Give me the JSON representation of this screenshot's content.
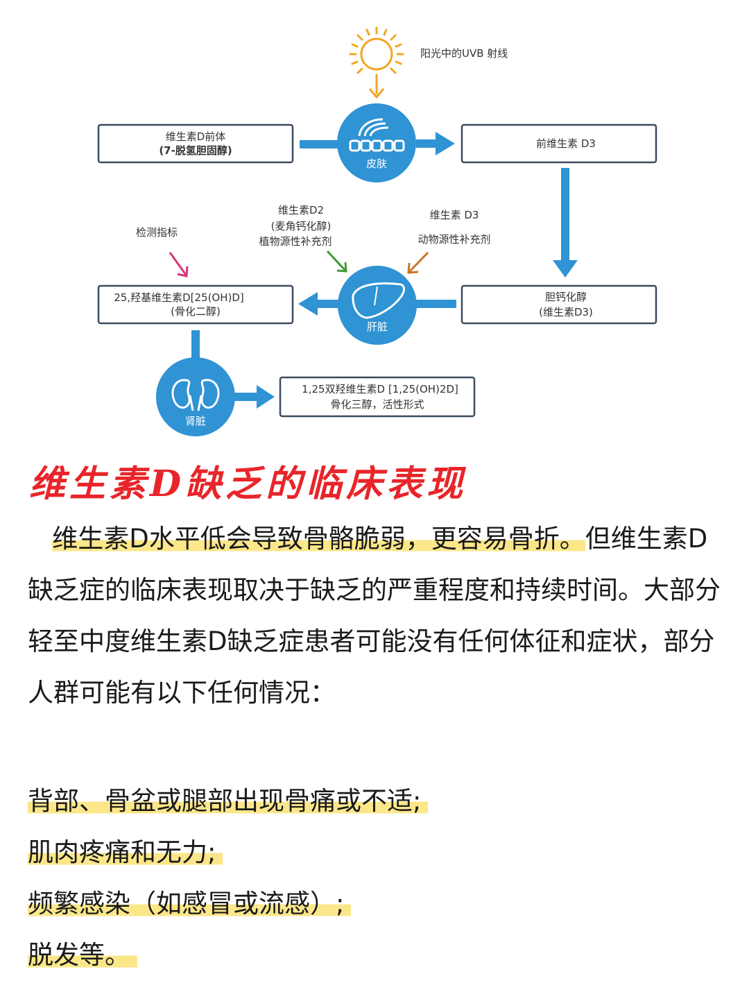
{
  "diagram": {
    "uvb_label": "阳光中的UVB 射线",
    "precursor_line1": "维生素D前体",
    "precursor_line2": "(7-脱氢胆固醇)",
    "skin_label": "皮肤",
    "previtamin_label": "前维生素 D3",
    "d2_line1": "维生素D2",
    "d2_line2": "(麦角钙化醇)",
    "d2_line3": "植物源性补充剂",
    "d3_line1": "维生素 D3",
    "d3_line2": "动物源性补充剂",
    "test_label": "检测指标",
    "calcidiol_line1": "25,羟基维生素D[25(OH)D]",
    "calcidiol_line2": "(骨化二醇)",
    "liver_label": "肝脏",
    "cholecalciferol_line1": "胆钙化醇",
    "cholecalciferol_line2": "(维生素D3)",
    "kidney_label": "肾脏",
    "calcitriol_line1": "1,25双羟维生素D [1,25(OH)2D]",
    "calcitriol_line2": "骨化三醇，活性形式",
    "colors": {
      "blue": "#2f93d4",
      "pink_arrow": "#d6357a",
      "green_arrow": "#3f9a3a",
      "brown_arrow": "#c9772b",
      "sun": "#f2a623"
    }
  },
  "heading": "维生素D缺乏的临床表现",
  "paragraph": {
    "highlight": "维生素D水平低会导致骨骼脆弱，更容易骨折。",
    "rest": "但维生素D缺乏症的临床表现取决于缺乏的严重程度和持续时间。大部分轻至中度维生素D缺乏症患者可能没有任何体征和症状，部分人群可能有以下任何情况："
  },
  "symptoms": [
    "背部、骨盆或腿部出现骨痛或不适;",
    "肌肉疼痛和无力;",
    "频繁感染（如感冒或流感）;",
    "脱发等。"
  ],
  "highlight_color": "#fbe78a",
  "heading_color": "#e8252a"
}
